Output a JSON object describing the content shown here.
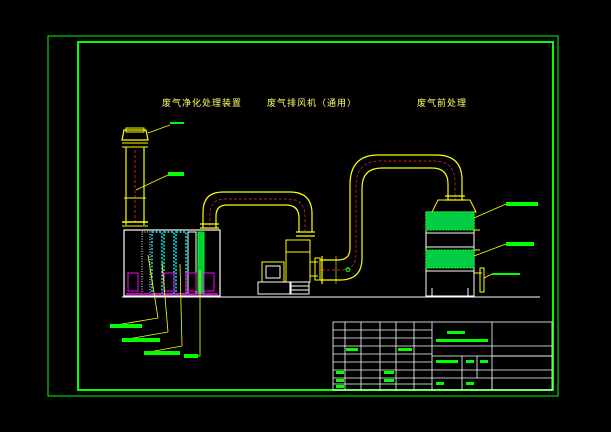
{
  "labels": {
    "title_purifier": "废气净化处理装置",
    "title_fan": "废气排风机（通用）",
    "title_pretreat": "废气前处理"
  },
  "colors": {
    "background": "#000000",
    "frame": "#00ff00",
    "duct": "#ffff00",
    "duct_seam": "#ff2a2a",
    "label_text": "#ffff66",
    "tag_fill": "#00ff00",
    "title_text_magenta": "#ff00ff",
    "panel_cyan": "#00ffff"
  }
}
